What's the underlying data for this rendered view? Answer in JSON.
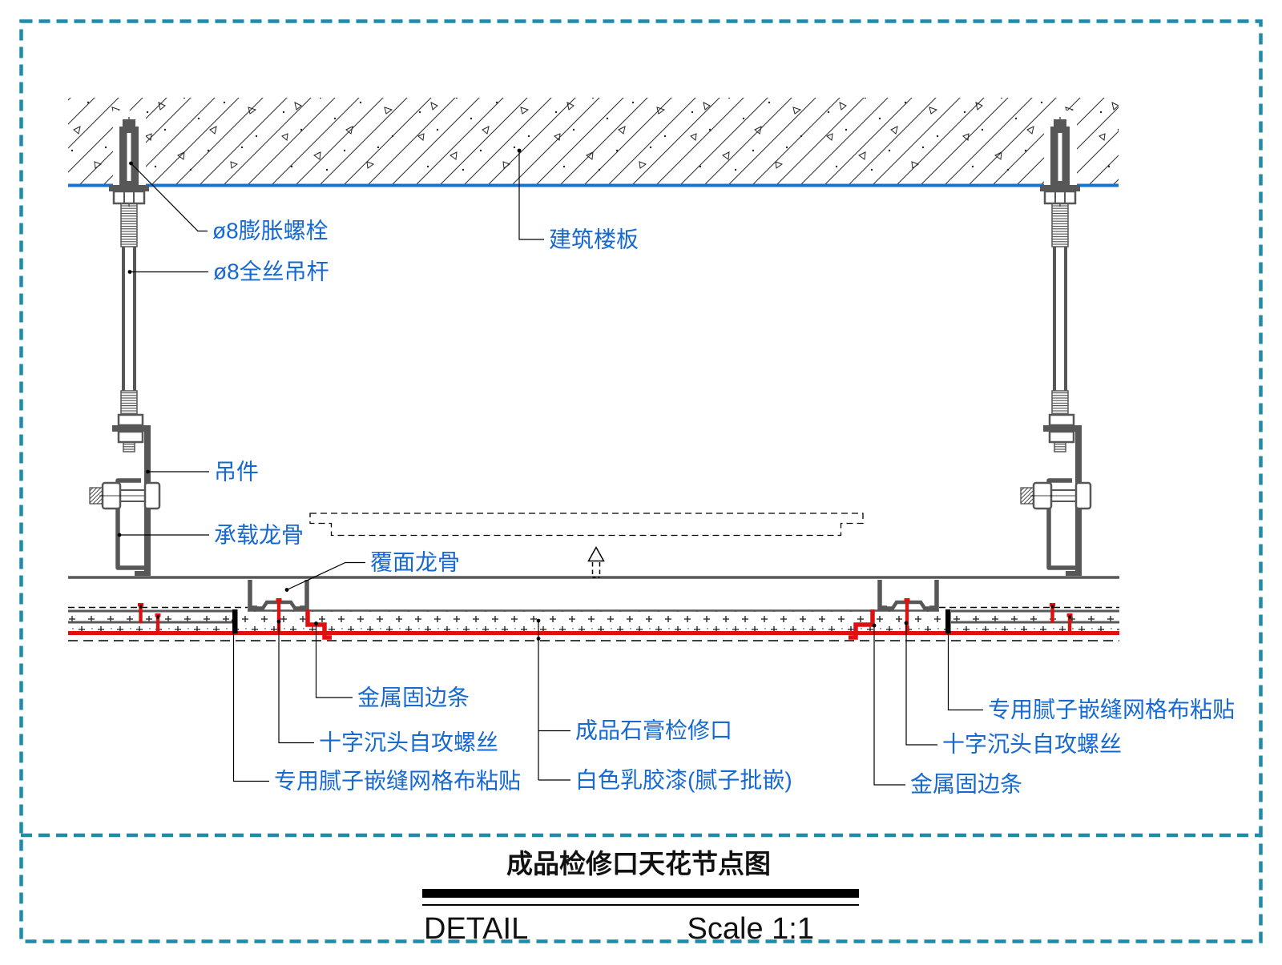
{
  "drawing": {
    "annotations": {
      "expansion_bolt": "ø8膨胀螺栓",
      "hanger_rod": "ø8全丝吊杆",
      "floor_slab": "建筑楼板",
      "hanger": "吊件",
      "carrier_keel": "承载龙骨",
      "furring_keel": "覆面龙骨",
      "metal_edge_strip_left": "金属固边条",
      "screw_left": "十字沉头自攻螺丝",
      "mesh_tape_left": "专用腻子嵌缝网格布粘贴",
      "access_panel": "成品石膏检修口",
      "white_paint": "白色乳胶漆(腻子批嵌)",
      "mesh_tape_right": "专用腻子嵌缝网格布粘贴",
      "screw_right": "十字沉头自攻螺丝",
      "metal_edge_strip_right": "金属固边条"
    },
    "icons": {
      "open_direction_arrow": "dashed-up-arrow"
    },
    "colors": {
      "page_border": "#1e8ba8",
      "slab_soffit_line": "#1871cc",
      "annotation_blue": "#1569d1",
      "structure_gray": "#575757",
      "highlight_red": "#e01010",
      "seam_black": "#000000"
    }
  },
  "title_block": {
    "drawing_title": "成品检修口天花节点图",
    "view_label": "DETAIL",
    "scale_label": "Scale 1:1"
  }
}
